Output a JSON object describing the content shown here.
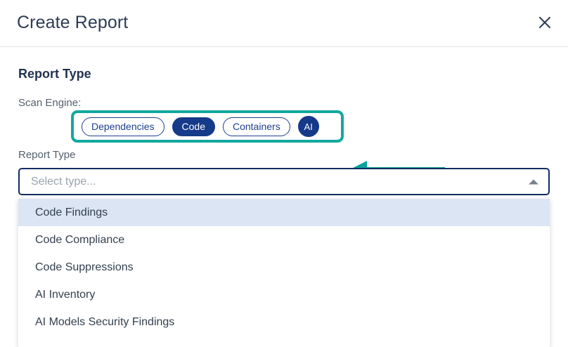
{
  "modal": {
    "title": "Create Report",
    "close_icon": "close-icon"
  },
  "report_type_section": {
    "heading": "Report Type",
    "scan_engine_label": "Scan Engine:",
    "engines": [
      {
        "label": "Dependencies",
        "selected": false
      },
      {
        "label": "Code",
        "selected": true
      },
      {
        "label": "Containers",
        "selected": false
      },
      {
        "label": "AI",
        "selected": true
      }
    ],
    "field_label": "Report Type",
    "select": {
      "placeholder": "Select type...",
      "value": "",
      "caret_icon": "caret-up-icon",
      "expanded": true
    },
    "options": [
      {
        "label": "Code Findings",
        "highlighted": true
      },
      {
        "label": "Code Compliance",
        "highlighted": false
      },
      {
        "label": "Code Suppressions",
        "highlighted": false
      },
      {
        "label": "AI Inventory",
        "highlighted": false
      },
      {
        "label": "AI Models Security Findings",
        "highlighted": false
      }
    ]
  },
  "annotation": {
    "arrow_icon": "left-arrow-annotation",
    "highlight_color": "#13a89e",
    "arrow_color": "#0aa39b"
  },
  "colors": {
    "selected_pill": "#153a8a",
    "unselected_pill_border": "#1d3f8f",
    "option_highlight": "#dbe5f3",
    "select_border": "#122b63"
  }
}
